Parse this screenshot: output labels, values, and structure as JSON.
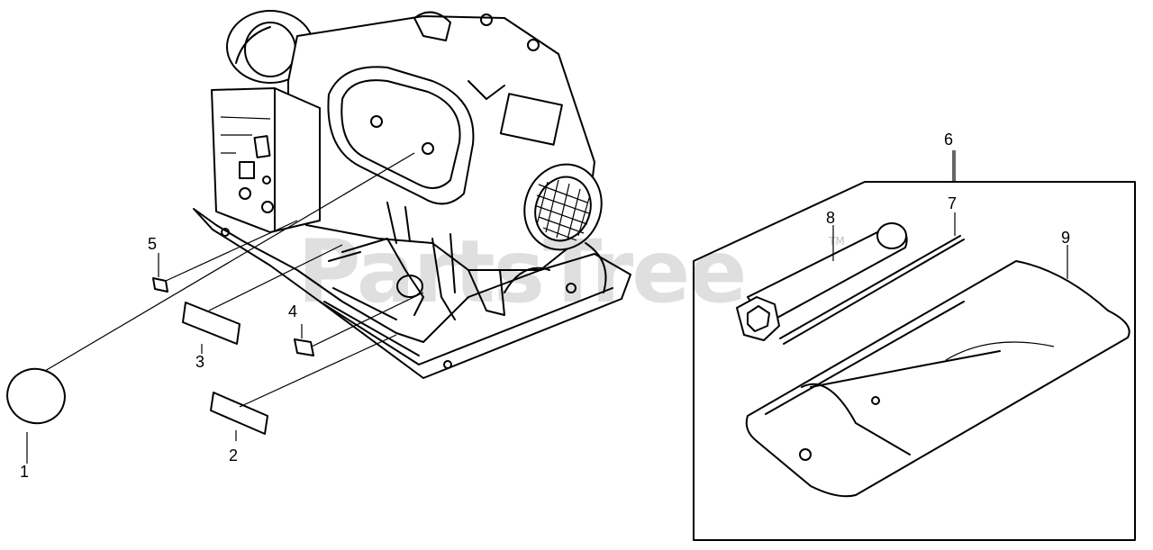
{
  "callouts": [
    {
      "id": "1",
      "label": "1"
    },
    {
      "id": "2",
      "label": "2"
    },
    {
      "id": "3",
      "label": "3"
    },
    {
      "id": "4",
      "label": "4"
    },
    {
      "id": "5",
      "label": "5"
    },
    {
      "id": "6",
      "label": "6"
    },
    {
      "id": "7",
      "label": "7"
    },
    {
      "id": "8",
      "label": "8"
    },
    {
      "id": "9",
      "label": "9"
    }
  ],
  "watermark": {
    "text": "PartsTree",
    "tm": "TM"
  },
  "colors": {
    "ink": "#000000",
    "background": "#ffffff"
  }
}
